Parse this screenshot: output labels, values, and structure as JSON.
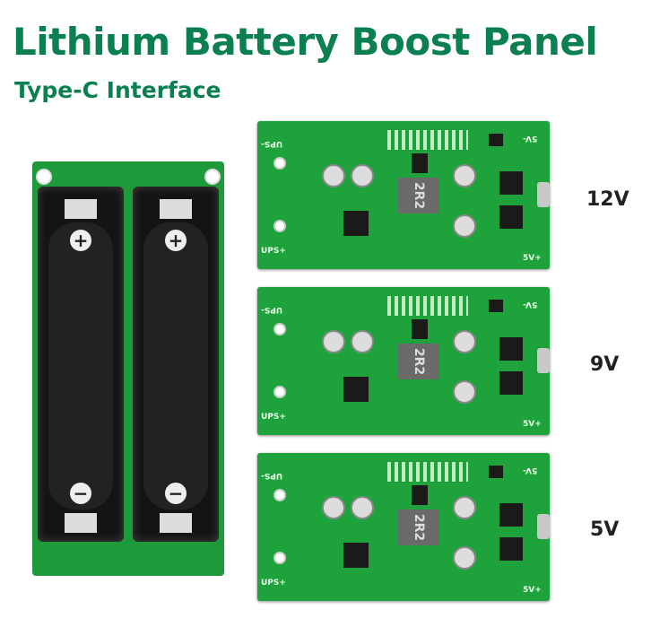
{
  "header": {
    "title": "Lithium Battery Boost Panel",
    "subtitle": "Type-C Interface"
  },
  "brand_color": "#0a8050",
  "boards": [
    {
      "voltage_label": "12V",
      "inductor": "2R2",
      "ups_minus": "UPS-",
      "ups_plus": "UPS+",
      "out_minus": "5V-",
      "out_plus": "5V+"
    },
    {
      "voltage_label": "9V",
      "inductor": "2R2",
      "ups_minus": "UPS-",
      "ups_plus": "UPS+",
      "out_minus": "5V-",
      "out_plus": "5V+"
    },
    {
      "voltage_label": "5V",
      "inductor": "2R2",
      "ups_minus": "UPS-",
      "ups_plus": "UPS+",
      "out_minus": "5V-",
      "out_plus": "5V+"
    }
  ]
}
